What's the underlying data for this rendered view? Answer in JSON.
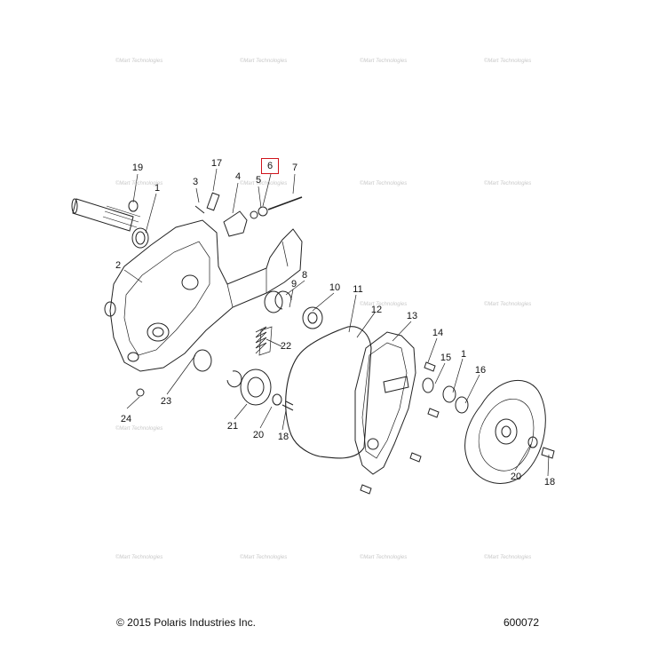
{
  "callouts": [
    {
      "label": "19"
    },
    {
      "label": "17"
    },
    {
      "label": "6",
      "highlighted": true
    },
    {
      "label": "7"
    },
    {
      "label": "3"
    },
    {
      "label": "4"
    },
    {
      "label": "5"
    },
    {
      "label": "1"
    },
    {
      "label": "2"
    },
    {
      "label": "8"
    },
    {
      "label": "9"
    },
    {
      "label": "10"
    },
    {
      "label": "11"
    },
    {
      "label": "12"
    },
    {
      "label": "13"
    },
    {
      "label": "14"
    },
    {
      "label": "15"
    },
    {
      "label": "1"
    },
    {
      "label": "16"
    },
    {
      "label": "22"
    },
    {
      "label": "23"
    },
    {
      "label": "24"
    },
    {
      "label": "21"
    },
    {
      "label": "20"
    },
    {
      "label": "18"
    },
    {
      "label": "20"
    },
    {
      "label": "18"
    }
  ],
  "footer": {
    "copyright": "© 2015 Polaris Industries Inc.",
    "diagram_number": "600072"
  },
  "watermark_text": "©Mart Technologies",
  "colors": {
    "highlight": "#d0141c",
    "line": "#222222",
    "watermark": "#c9c9c9"
  }
}
